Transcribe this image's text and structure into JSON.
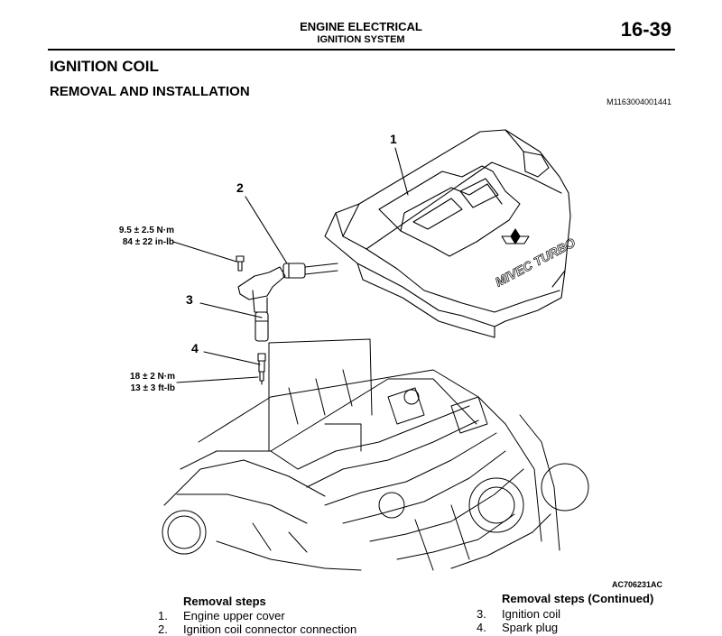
{
  "header": {
    "title": "ENGINE ELECTRICAL",
    "subtitle": "IGNITION SYSTEM",
    "page_number": "16-39"
  },
  "section": {
    "title": "IGNITION COIL",
    "subtitle": "REMOVAL AND INSTALLATION",
    "doc_code": "M1163004001441"
  },
  "figure": {
    "code": "AC706231AC",
    "cover_brand": "MIVEC TURBO",
    "callouts": [
      "1",
      "2",
      "3",
      "4"
    ],
    "torque_bolt": {
      "metric": "9.5 ± 2.5 N·m",
      "imperial": "84 ± 22 in-lb"
    },
    "torque_plug": {
      "metric": "18 ± 2 N·m",
      "imperial": "13 ± 3 ft-lb"
    }
  },
  "removal_steps": {
    "heading": "Removal steps",
    "items": [
      {
        "num": "1.",
        "label": "Engine upper cover"
      },
      {
        "num": "2.",
        "label": "Ignition coil connector connection"
      }
    ]
  },
  "removal_steps_continued": {
    "heading": "Removal steps (Continued)",
    "items": [
      {
        "num": "3.",
        "label": "Ignition coil"
      },
      {
        "num": "4.",
        "label": "Spark plug"
      }
    ]
  }
}
